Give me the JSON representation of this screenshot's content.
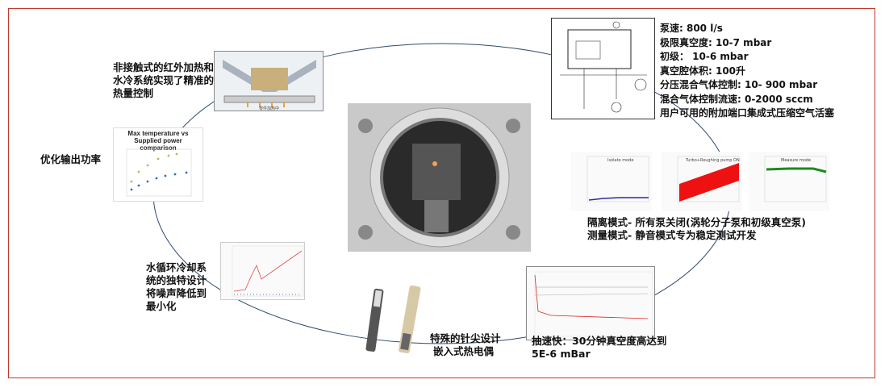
{
  "specs": [
    "泵速: 800 l/s",
    "极限真空度: 10-7 mbar",
    "初级： 10-6 mbar",
    "真空腔体积: 100升",
    "分压混合气体控制: 10- 900 mbar",
    "混合气体控制流速: 0-2000 sccm",
    "用户可用的附加端口集成式压缩空气活塞"
  ],
  "heating_note": [
    "非接触式的红外加热和",
    "水冷系统实现了精准的",
    "热量控制"
  ],
  "power_note": "优化输出功率",
  "power_chart_title": "Max temperature vs Supplied power comparison",
  "noise_note": [
    "水循环冷却系",
    "统的独特设计",
    "将噪声降低到",
    "最小化"
  ],
  "tip_note": [
    "特殊的针尖设计",
    "嵌入式热电偶"
  ],
  "pump_note": [
    "抽速快：30分钟真空度高达到",
    "5E-6 mBar"
  ],
  "modes_note": [
    "隔离模式- 所有泵关闭(涡轮分子泵和初级真空泵)",
    "测量模式- 静音模式专为稳定测试开发"
  ],
  "mode_charts": [
    "Isolate mode",
    "Turbo+Roughing pump ON",
    "Measure mode"
  ],
  "mode_colors": [
    "#2a2aa8",
    "#ee1111",
    "#1c8a1c"
  ],
  "heater_caption": "零件加热中",
  "ellipse_color": "#2e4a6e",
  "frame_color": "#c0392b"
}
